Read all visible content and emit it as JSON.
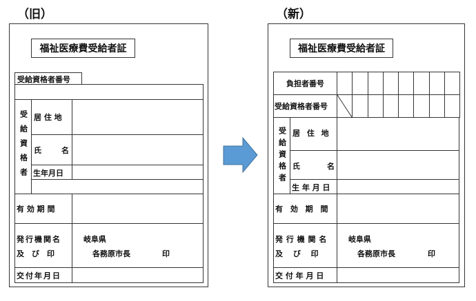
{
  "old": {
    "heading": "（旧）",
    "title": "福祉医療費受給者証",
    "recipient_number": "受給資格者番号",
    "recipient_group": "受給資格者",
    "address": "居 住 地",
    "name_left": "氏",
    "name_right": "名",
    "birthdate": "生年月日",
    "validity": "有 効 期 間",
    "issuer_line1": "発行機関名",
    "issuer_line2": "及　び　印",
    "issuer_value1": "岐阜県",
    "issuer_value2": "各務原市長",
    "seal": "印",
    "issue_date": "交付年月日"
  },
  "new": {
    "heading": "（新）",
    "title": "福祉医療費受給者証",
    "payer_number": "負担者番号",
    "recipient_number": "受給資格者番号",
    "recipient_group": "受給資格者",
    "address": "居 住 地",
    "name_left": "氏",
    "name_right": "名",
    "birthdate": "生 年 月 日",
    "validity": "有 効 期 間",
    "issuer_line1": "発 行 機 関 名",
    "issuer_line2": "及　 び　 印",
    "issuer_value1": "岐阜県",
    "issuer_value2": "各務原市長",
    "seal": "印",
    "issue_date": "交 付 年 月 日"
  },
  "arrow": {
    "icon": "right-arrow-icon",
    "color": "#5b9bd5"
  }
}
